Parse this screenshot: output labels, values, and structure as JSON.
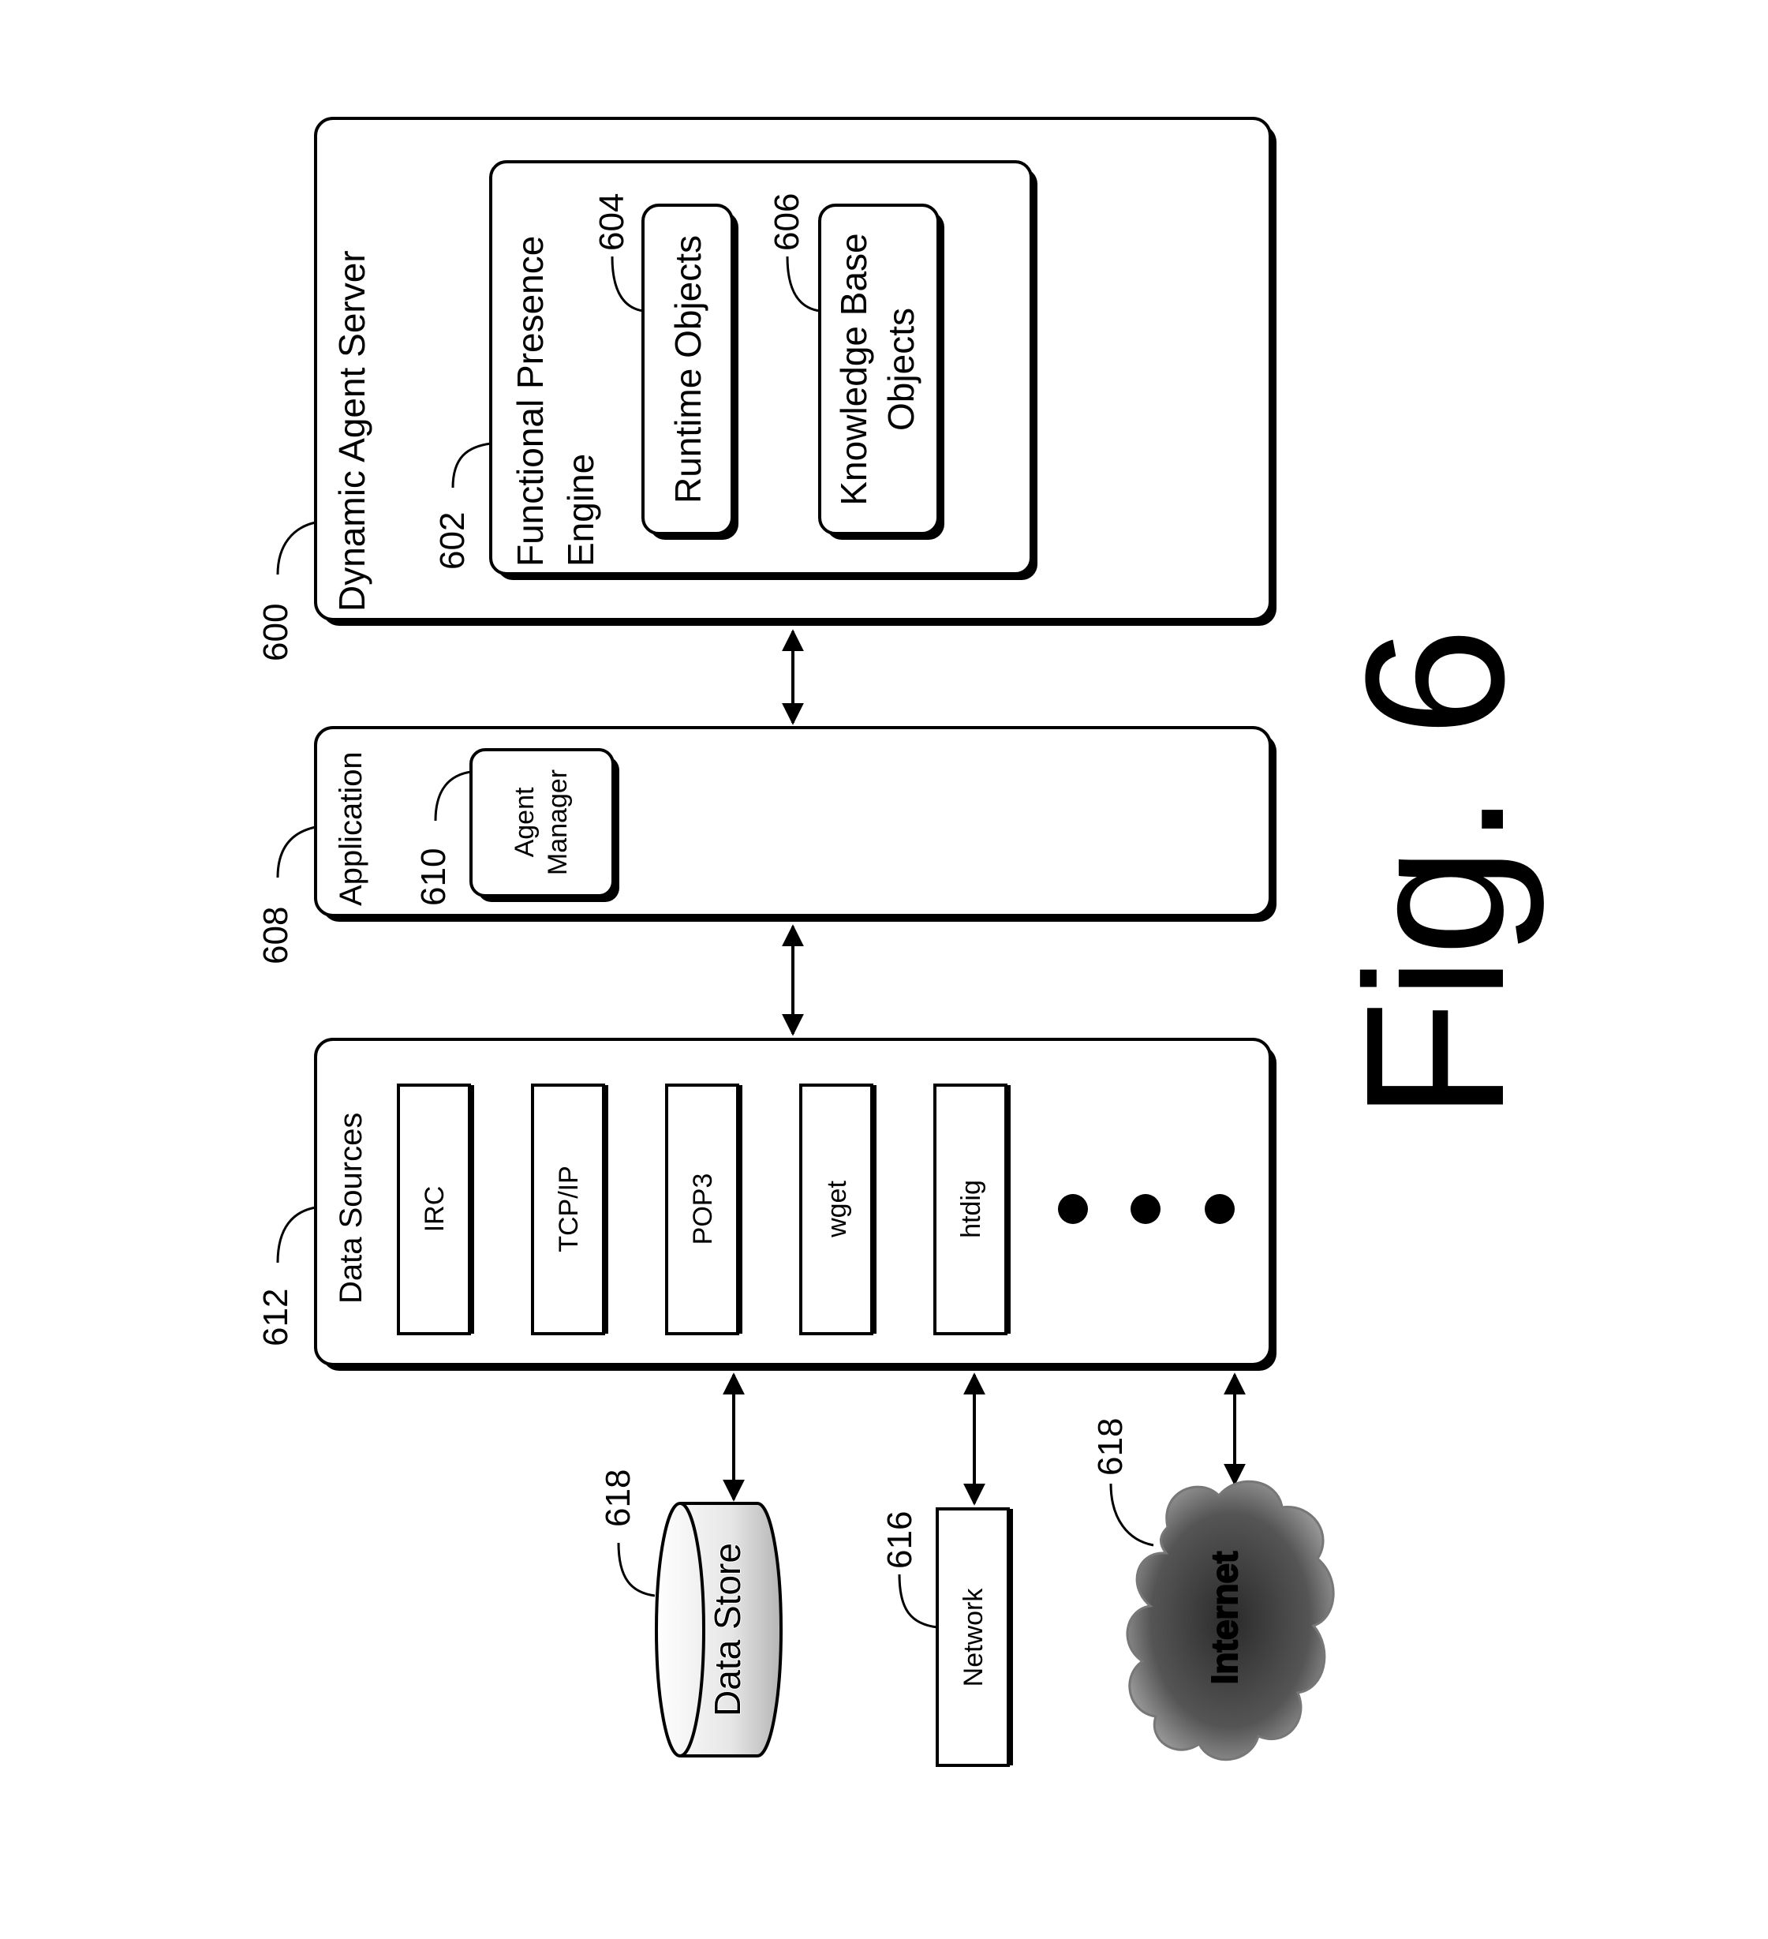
{
  "figure_label": "Fig. 6",
  "server": {
    "ref": "600",
    "title": "Dynamic Agent Server",
    "engine": {
      "ref": "602",
      "title_line1": "Functional Presence",
      "title_line2": "Engine",
      "runtime": {
        "ref": "604",
        "label": "Runtime Objects"
      },
      "knowledge": {
        "ref": "606",
        "label_line1": "Knowledge Base",
        "label_line2": "Objects"
      }
    }
  },
  "application": {
    "ref": "608",
    "title": "Application",
    "agent_manager": {
      "ref": "610",
      "label_line1": "Agent",
      "label_line2": "Manager"
    }
  },
  "data_sources": {
    "ref": "612",
    "title": "Data Sources",
    "items": [
      "IRC",
      "TCP/IP",
      "POP3",
      "wget",
      "htdig"
    ]
  },
  "externals": {
    "data_store": {
      "ref": "618",
      "label": "Data Store"
    },
    "network": {
      "ref": "616",
      "label": "Network"
    },
    "internet": {
      "ref": "618",
      "label": "Internet"
    }
  }
}
